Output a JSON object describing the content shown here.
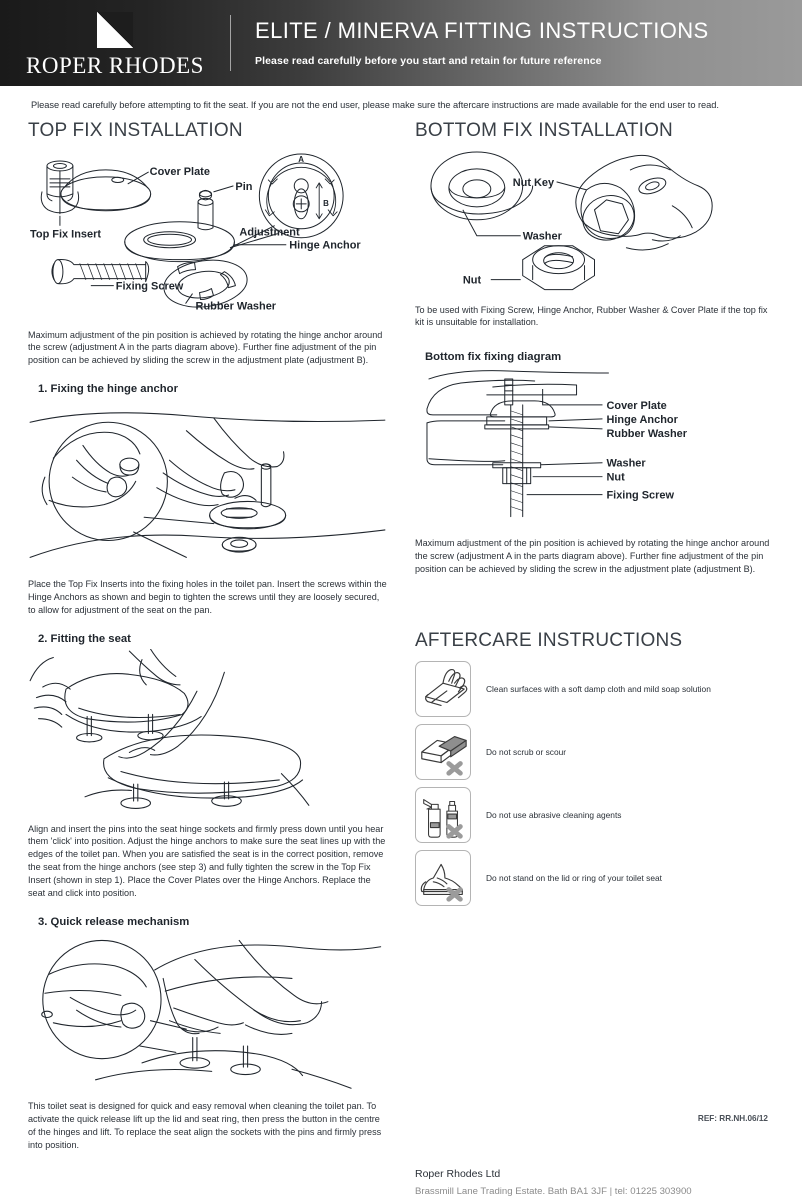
{
  "header": {
    "logo_text": "ROPER RHODES",
    "logo_mark": "triangle-mark",
    "title": "ELITE / MINERVA FITTING INSTRUCTIONS",
    "subtitle": "Please read carefully before you start and retain for future reference"
  },
  "intro": "Please read carefully before attempting to fit the seat. If you are not the end user, please make sure the aftercare instructions are made available for the end user to read.",
  "left": {
    "section_title": "TOP FIX INSTALLATION",
    "parts_labels": {
      "cover_plate": "Cover Plate",
      "pin": "Pin",
      "adjustment": "Adjustment",
      "hinge_anchor": "Hinge Anchor",
      "top_fix_insert": "Top Fix Insert",
      "fixing_screw": "Fixing Screw",
      "rubber_washer": "Rubber Washer",
      "adjust_a": "A",
      "adjust_b": "B"
    },
    "intro_paragraph": "Maximum adjustment of the pin position is achieved by rotating the hinge anchor around the screw (adjustment A in the parts diagram above). Further fine adjustment of the pin position can be achieved by sliding the screw in the adjustment plate (adjustment B).",
    "steps": [
      {
        "title": "1. Fixing the hinge anchor",
        "text": "Place the Top Fix Inserts into the fixing holes in the toilet pan. Insert the screws within the Hinge Anchors as shown and begin to tighten the screws until they are loosely secured, to allow for adjustment of the seat on the pan."
      },
      {
        "title": "2. Fitting the seat",
        "text": "Align and insert the pins into the seat hinge sockets and firmly press down until you hear them 'click' into position.\nAdjust the hinge anchors to make sure the seat lines up with the edges of the toilet pan. When you are satisfied the seat is in the correct position, remove the seat from the hinge anchors (see step 3) and fully tighten the screw in the Top Fix Insert (shown in step 1). Place the Cover Plates over the Hinge Anchors. Replace the seat and click into position."
      },
      {
        "title": "3. Quick release mechanism",
        "text": "This toilet seat is designed for quick and easy removal when cleaning the toilet pan. To activate the quick release lift up the lid and seat ring, then press the button in the centre of the hinges and lift. To replace the seat align the sockets with the pins and firmly press into position."
      }
    ]
  },
  "right": {
    "section_title": "BOTTOM FIX INSTALLATION",
    "parts_labels": {
      "nut_key": "Nut Key",
      "washer": "Washer",
      "nut": "Nut"
    },
    "intro_paragraph": "To be used with Fixing Screw, Hinge Anchor, Rubber Washer & Cover Plate if the top fix kit is unsuitable for installation.",
    "diagram_title": "Bottom fix fixing diagram",
    "diagram_labels": {
      "cover_plate": "Cover Plate",
      "hinge_anchor": "Hinge Anchor",
      "rubber_washer": "Rubber Washer",
      "washer": "Washer",
      "nut": "Nut",
      "fixing_screw": "Fixing Screw"
    },
    "diagram_paragraph": "Maximum adjustment of the pin position is achieved by rotating the hinge anchor around the screw (adjustment A in the parts diagram above). Further fine adjustment of the pin position can be achieved by sliding the screw in the adjustment plate (adjustment B)."
  },
  "aftercare": {
    "title": "AFTERCARE INSTRUCTIONS",
    "items": [
      {
        "icon": "cloth-wipe-icon",
        "text": "Clean surfaces with a soft damp cloth and mild soap solution",
        "prohibited": false
      },
      {
        "icon": "scouring-pad-icon",
        "text": "Do not scrub or scour",
        "prohibited": true
      },
      {
        "icon": "cleaning-bottles-icon",
        "text": "Do not use abrasive cleaning agents",
        "prohibited": true
      },
      {
        "icon": "shoe-standing-icon",
        "text": "Do not stand on the lid or ring of your toilet seat",
        "prohibited": true
      }
    ]
  },
  "footer": {
    "company": "Roper Rhodes Ltd",
    "address": "Brassmill Lane Trading Estate. Bath BA1 3JF | tel: 01225 303900",
    "reference": "REF: RR.NH.06/12"
  },
  "colors": {
    "ink": "#2b3138",
    "heading": "#3a4047",
    "muted": "#8b8b8b",
    "icon_border": "#b4b4b4",
    "line": "#20262d"
  }
}
